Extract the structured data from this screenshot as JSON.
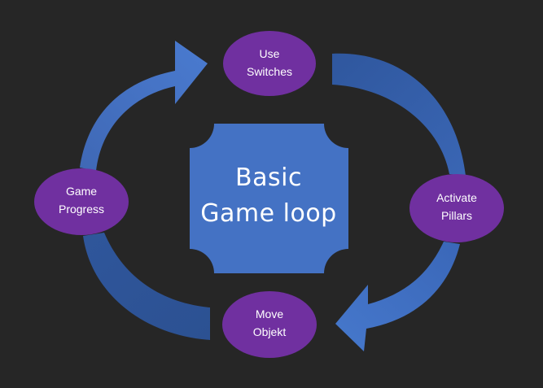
{
  "diagram": {
    "center": {
      "line1": "Basic",
      "line2": "Game loop"
    },
    "nodes": {
      "use_switches": {
        "line1": "Use",
        "line2": "Switches"
      },
      "activate_pillars": {
        "line1": "Activate",
        "line2": "Pillars"
      },
      "move_objekt": {
        "line1": "Move",
        "line2": "Objekt"
      },
      "game_progress": {
        "line1": "Game",
        "line2": "Progress"
      }
    },
    "colors": {
      "background": "#262626",
      "node_fill": "#7030a0",
      "arrow_fill": "#4472c4",
      "center_fill": "#4472c4",
      "text": "#ffffff"
    }
  }
}
